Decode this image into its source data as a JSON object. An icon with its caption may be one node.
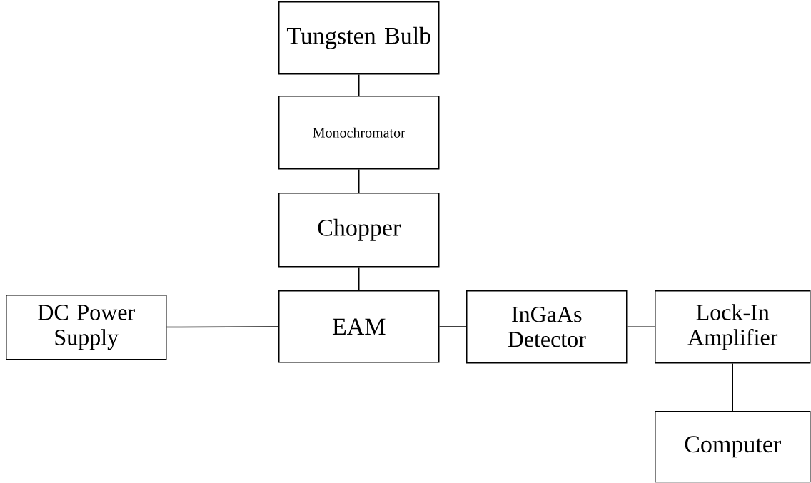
{
  "diagram": {
    "nodes": [
      {
        "text": [
          "Tungsten Bulb"
        ]
      },
      {
        "text": [
          "Monochromator"
        ]
      },
      {
        "text": [
          "Chopper"
        ]
      },
      {
        "text": [
          "DC Power Supply"
        ]
      },
      {
        "text": [
          "EAM"
        ]
      },
      {
        "text": [
          "InGaAs Detector"
        ]
      },
      {
        "text": [
          "Lock-In Amplifier"
        ]
      },
      {
        "text": [
          "Computer"
        ]
      }
    ],
    "edges": [
      {
        "from": 0,
        "to": 1,
        "arrow": "none"
      },
      {
        "from": 1,
        "to": 2,
        "arrow": "none"
      },
      {
        "from": 2,
        "to": 4,
        "arrow": "none"
      },
      {
        "from": 3,
        "to": 4,
        "arrow": "none"
      },
      {
        "from": 4,
        "to": 5,
        "arrow": "none"
      },
      {
        "from": 5,
        "to": 6,
        "arrow": "none"
      },
      {
        "from": 6,
        "to": 7,
        "arrow": "none"
      }
    ]
  }
}
